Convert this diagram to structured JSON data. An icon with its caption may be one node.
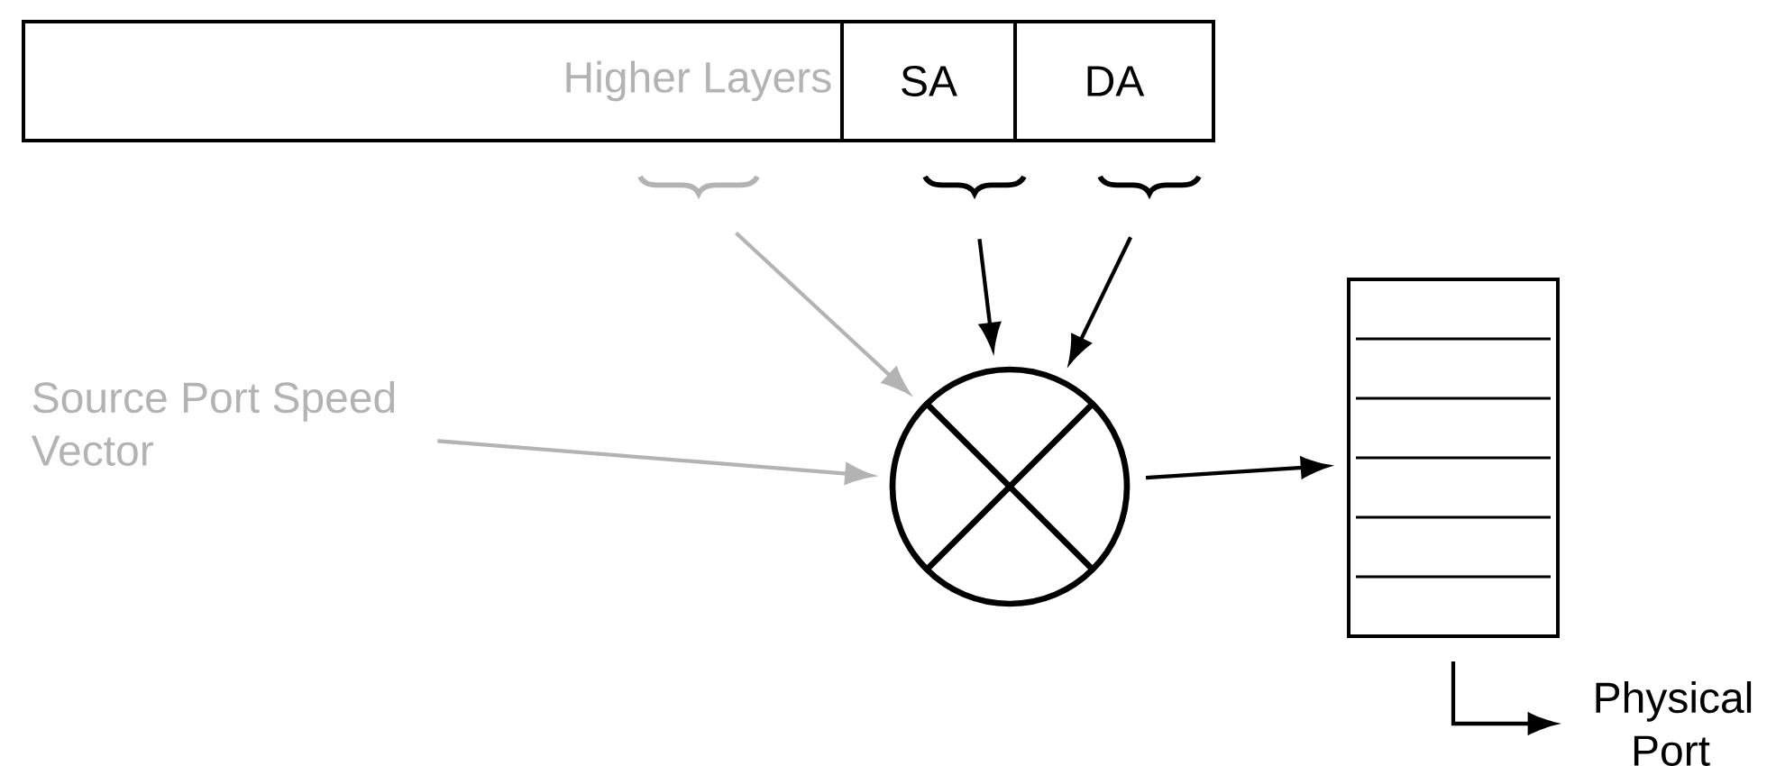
{
  "diagram": {
    "nodes": [
      {
        "text": [
          "Higher Layers"
        ]
      },
      {
        "text": [
          "SA"
        ]
      },
      {
        "text": [
          "DA"
        ]
      },
      {
        "text": [],
        "shape": "brace"
      },
      {
        "text": [],
        "shape": "brace"
      },
      {
        "text": [],
        "shape": "brace"
      },
      {
        "text": [
          "Source Port Speed Vector"
        ]
      },
      {
        "text": [],
        "shape": "circle"
      },
      {
        "text": [],
        "shape": "box"
      },
      {
        "text": [
          "Physical Port"
        ]
      }
    ],
    "edges": [
      {
        "from": 3,
        "to": 7,
        "arrow": "to",
        "color": "#b3b3b3"
      },
      {
        "from": 4,
        "to": 7,
        "arrow": "to"
      },
      {
        "from": 5,
        "to": 7,
        "arrow": "to"
      },
      {
        "from": 6,
        "to": 7,
        "arrow": "to",
        "color": "#b3b3b3"
      },
      {
        "from": 7,
        "to": 8,
        "arrow": "to"
      },
      {
        "from": 8,
        "to": 9,
        "arrow": "to"
      }
    ]
  }
}
